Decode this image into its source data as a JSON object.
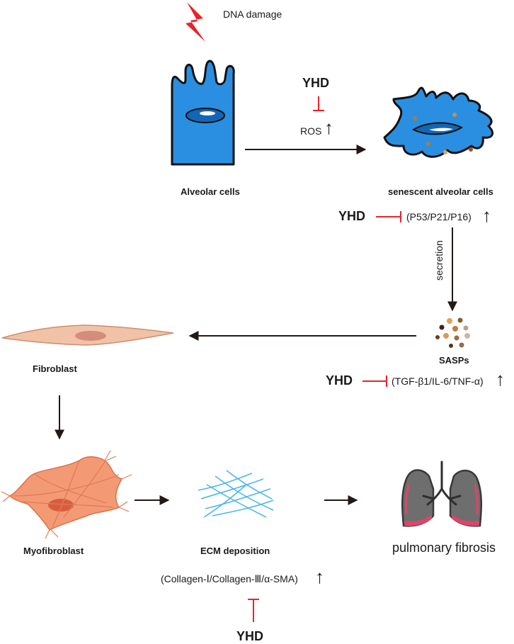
{
  "labels": {
    "dna_damage": "DNA damage",
    "yhd": "YHD",
    "ros": "ROS",
    "alveolar_cells": "Alveolar cells",
    "senescent_alveolar_cells": "senescent alveolar cells",
    "p53_group": "(P53/P21/P16)",
    "secretion": "secretion",
    "sasps": "SASPs",
    "sasp_group": "(TGF-β1/IL-6/TNF-α)",
    "fibroblast": "Fibroblast",
    "myofibroblast": "Myofibroblast",
    "ecm_deposition": "ECM deposition",
    "collagen_group": "(Collagen-Ⅰ/Collagen-Ⅲ/α-SMA)",
    "pulmonary_fibrosis": "pulmonary fibrosis",
    "up_arrow": "↑"
  },
  "colors": {
    "inhibit_red": "#e8242b",
    "cell_blue": "#2a8fe0",
    "fibroblast_fill": "#f2c2a6",
    "myofibroblast_fill": "#f39a74",
    "ecm_blue": "#4bb8ea",
    "lung_gray": "#6e6e6e",
    "lung_pink": "#e0436a",
    "arrow_dark": "#231815"
  }
}
